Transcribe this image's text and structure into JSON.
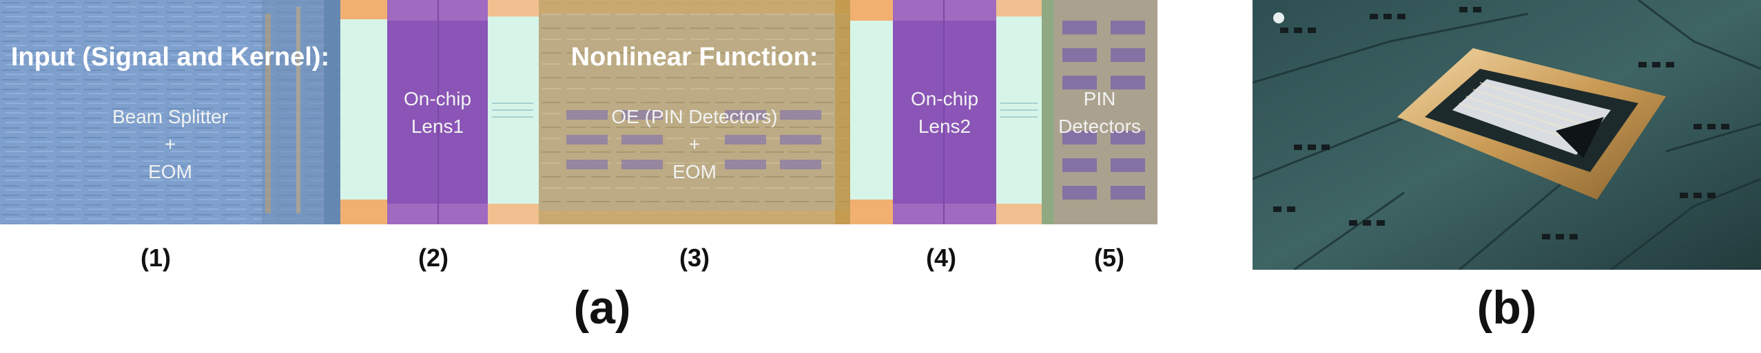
{
  "panel_a": {
    "blocks": [
      {
        "title": "Input (Signal and Kernel):",
        "lines": [
          "Beam Splitter",
          "+",
          "EOM"
        ],
        "index": "(1)"
      },
      {
        "lines": [
          "On-chip",
          "Lens1"
        ],
        "index": "(2)"
      },
      {
        "title": "Nonlinear Function:",
        "lines": [
          "OE (PIN Detectors)",
          "+",
          "EOM"
        ],
        "index": "(3)"
      },
      {
        "lines": [
          "On-chip",
          "Lens2"
        ],
        "index": "(4)"
      },
      {
        "lines": [
          "PIN",
          "Detectors"
        ],
        "index": "(5)"
      }
    ],
    "caption": "(a)"
  },
  "panel_b": {
    "caption": "(b)"
  },
  "colors": {
    "input": "#7b9cc8",
    "lens": "#8e56b8",
    "gap": "#d4f5e6",
    "nonlinear": "#b8a880",
    "detector": "#a8a090",
    "board": "#2b4a4c"
  }
}
